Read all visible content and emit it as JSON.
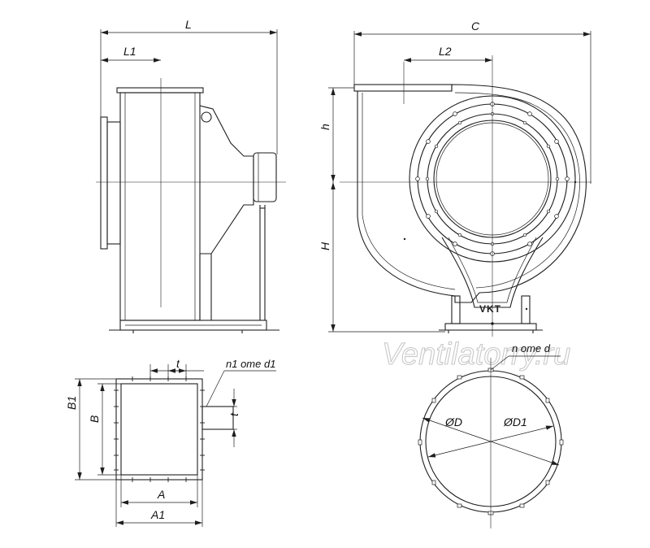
{
  "labels": {
    "L": "L",
    "L1": "L1",
    "C": "C",
    "L2": "L2",
    "h": "h",
    "H": "H",
    "t_top": "t",
    "t_side": "t",
    "n1_ome_d1": "n1 ome d1",
    "B1": "B1",
    "B": "B",
    "A": "A",
    "A1": "A1",
    "n_ome_d": "n ome d",
    "D": "ØD",
    "D1": "ØD1"
  },
  "brand": "VKT",
  "watermark": "Ventilatorry.ru",
  "colors": {
    "line": "#1e1e1e",
    "watermark": "#c9c9c9",
    "background": "#ffffff"
  }
}
